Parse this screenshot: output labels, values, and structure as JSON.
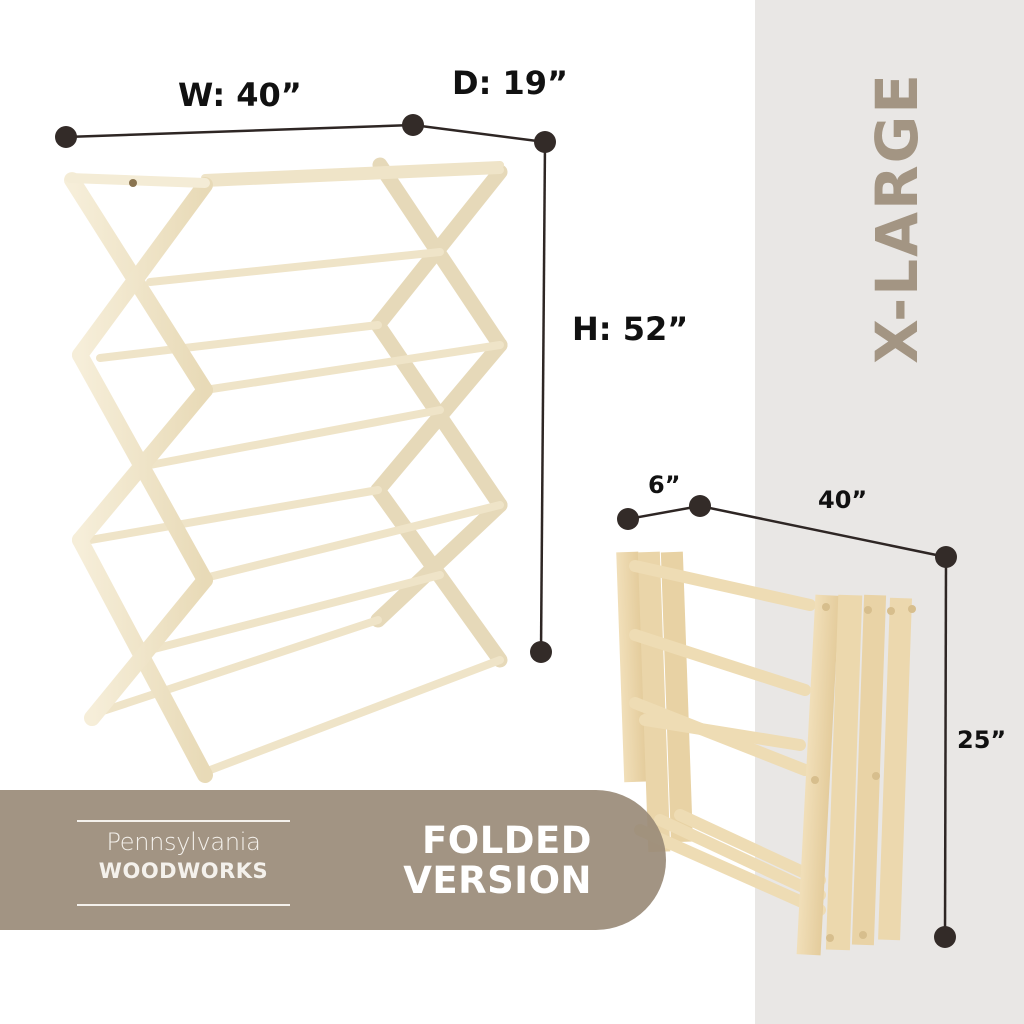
{
  "product": {
    "size_label": "X-LARGE",
    "brand": {
      "line1": "Pennsylvania",
      "line2": "WOODWORKS"
    }
  },
  "open_rack": {
    "width_label": "W: 40”",
    "depth_label": "D: 19”",
    "height_label": "H: 52”"
  },
  "folded_rack": {
    "banner_line1": "FOLDED",
    "banner_line2": "VERSION",
    "depth_label": "6”",
    "width_label": "40”",
    "height_label": "25”"
  },
  "colors": {
    "panel_gray": "#e9e7e5",
    "accent_taupe": "#9a8b78",
    "size_text": "#a39583",
    "dimension_ink": "#332b28",
    "wood_light": "#f3ead3",
    "wood_edge": "#e2d3ae"
  }
}
